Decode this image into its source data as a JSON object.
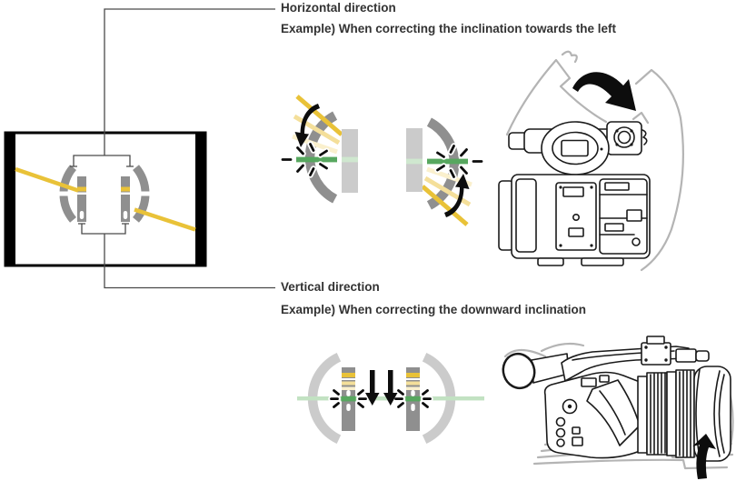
{
  "colors": {
    "yellow": "#e9c238",
    "yellow_trail": "#f4df9a",
    "yellow_faint": "#faf0cd",
    "green": "#57a75f",
    "green_pale": "#cfe7cf",
    "green_line": "#c2e2c2",
    "gray_dark": "#8f8f8f",
    "gray_light": "#cbcbcb",
    "ghost": "#b4b4b4",
    "callout": "#4a4a4a",
    "ink": "#1a1a1a",
    "text": "#333333"
  },
  "sections": {
    "horizontal": {
      "label": "Horizontal direction",
      "example": "Example) When correcting the inclination towards the left"
    },
    "vertical": {
      "label": "Vertical direction",
      "example": "Example) When correcting the downward inclination"
    }
  },
  "icons": [
    "rotate-camera-arrow-icon",
    "tilt-down-arrow-icon",
    "tilt-up-arrow-icon",
    "move-down-arrows-icon",
    "blink-marks-icon"
  ]
}
